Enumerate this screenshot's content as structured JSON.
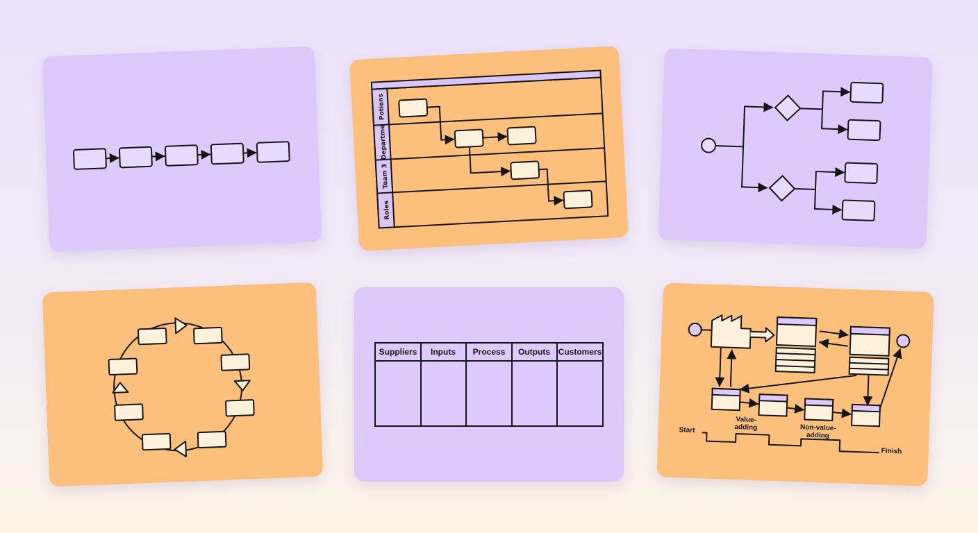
{
  "swimlane": {
    "lanes": [
      "Potiens",
      "Departme",
      "Team 3",
      "Roles"
    ]
  },
  "sipoc": {
    "headers": [
      "Suppliers",
      "Inputs",
      "Process",
      "Outputs",
      "Customers"
    ]
  },
  "value_stream": {
    "start": "Start",
    "finish": "Finish",
    "value_adding": [
      "Value-",
      "adding"
    ],
    "non_value_adding": [
      "Non-value-",
      "adding"
    ]
  },
  "colors": {
    "purple_card": "#ddc9fb",
    "orange_card": "#fcc07c",
    "box_fill": "#fdf1dc",
    "lane_header": "#d9c5f7",
    "ink": "#151515"
  }
}
